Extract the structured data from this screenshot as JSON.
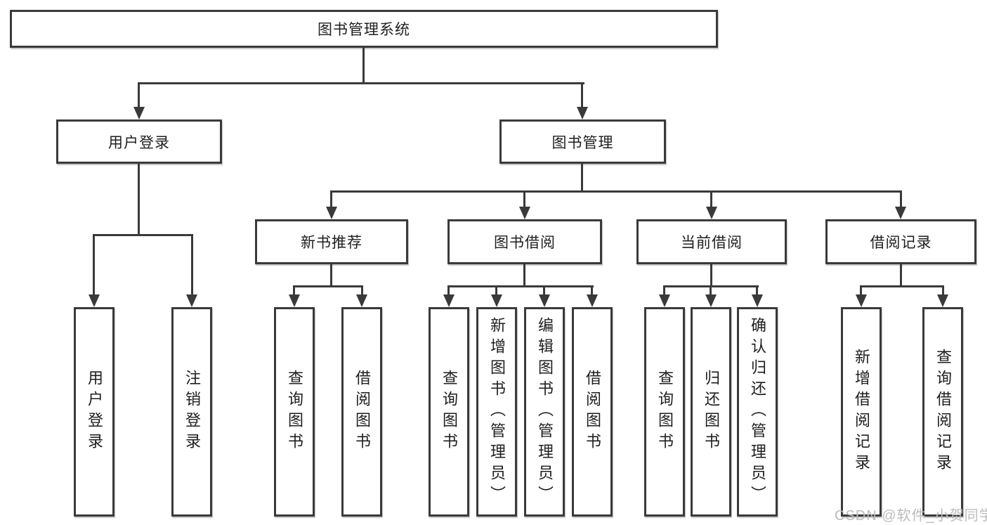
{
  "tree": {
    "root": {
      "label": "图书管理系统"
    },
    "branches": [
      {
        "label": "用户登录",
        "leaves": [
          {
            "label": "用户登录"
          },
          {
            "label": "注销登录"
          }
        ]
      },
      {
        "label": "图书管理",
        "groups": [
          {
            "label": "新书推荐",
            "leaves": [
              {
                "label": "查询图书"
              },
              {
                "label": "借阅图书"
              }
            ]
          },
          {
            "label": "图书借阅",
            "leaves": [
              {
                "label": "查询图书"
              },
              {
                "label": "新增图书（管理员）"
              },
              {
                "label": "编辑图书（管理员）"
              },
              {
                "label": "借阅图书"
              }
            ]
          },
          {
            "label": "当前借阅",
            "leaves": [
              {
                "label": "查询图书"
              },
              {
                "label": "归还图书"
              },
              {
                "label": "确认归还（管理员）"
              }
            ]
          },
          {
            "label": "借阅记录",
            "leaves": [
              {
                "label": "新增借阅记录"
              },
              {
                "label": "查询借阅记录"
              }
            ]
          }
        ]
      }
    ]
  },
  "watermark": {
    "text": "CSDN @软件_小贺同学"
  },
  "colors": {
    "line": "#3a3a3a",
    "text": "#1e1e1e",
    "background": "#ffffff",
    "watermark": "#bcbcbc"
  }
}
